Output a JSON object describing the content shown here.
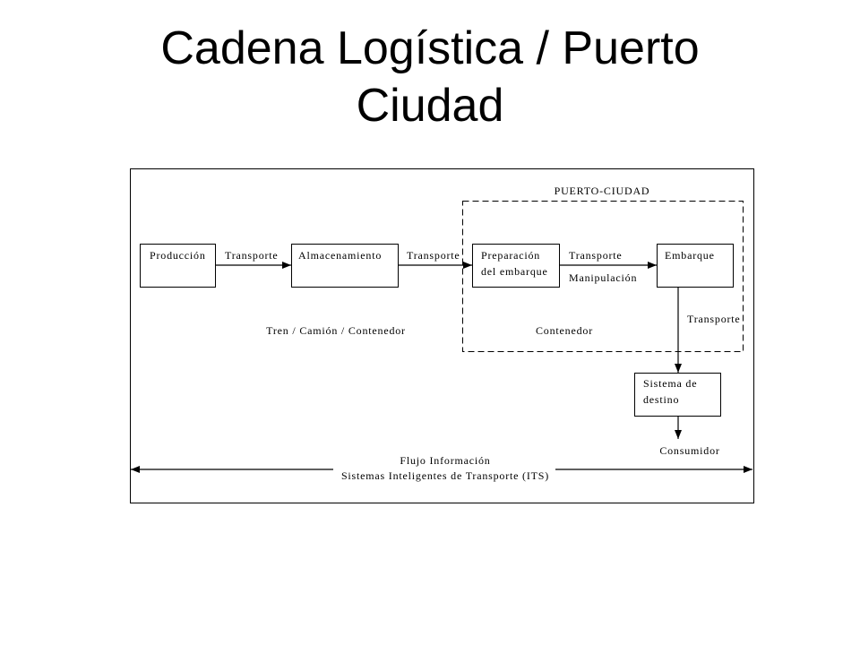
{
  "slide": {
    "title": "Cadena Logística / Puerto Ciudad"
  },
  "diagram": {
    "region_label": "PUERTO-CIUDAD",
    "nodes": {
      "produccion": [
        "Producción"
      ],
      "almacenamiento": [
        "Almacenamiento"
      ],
      "preparacion": [
        "Preparación",
        "del embarque"
      ],
      "embarque": [
        "Embarque"
      ],
      "sistema_destino": [
        "Sistema de",
        "destino"
      ]
    },
    "edges": {
      "produccion_almacenamiento": "Transporte",
      "almacenamiento_preparacion": "Transporte",
      "preparacion_embarque": "Transporte",
      "preparacion_embarque_sub": "Manipulación",
      "embarque_sistema": "Transporte"
    },
    "labels": {
      "modes_land": "Tren / Camión / Contenedor",
      "modes_port": "Contenedor",
      "end": "Consumidor",
      "info_flow": "Flujo Información",
      "its": "Sistemas Inteligentes de Transporte (ITS)"
    }
  }
}
